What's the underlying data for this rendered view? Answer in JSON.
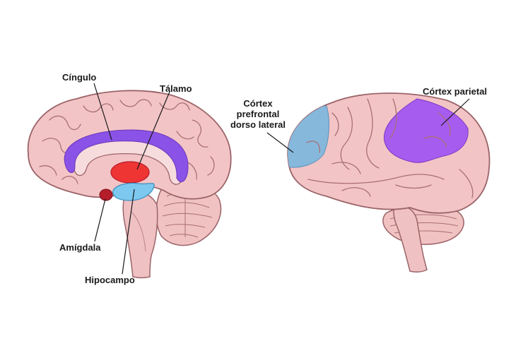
{
  "labels": {
    "cingulo": "Cíngulo",
    "talamo": "Tálamo",
    "amigdala": "Amígdala",
    "hipocampo": "Hipocampo",
    "cortex_prefrontal_line1": "Córtex",
    "cortex_prefrontal_line2": "prefrontal",
    "cortex_prefrontal_line3": "dorso lateral",
    "cortex_parietal": "Córtex parietal"
  },
  "colors": {
    "brain_fill": "#f3c4c6",
    "brain_stroke": "#9b6469",
    "cingulate": "#8a52e6",
    "thalamus": "#ef3434",
    "hippocampus": "#7cc8ee",
    "amygdala": "#b51d2a",
    "prefrontal": "#86b8dc",
    "parietal": "#a75cf0",
    "cerebellum": "#f1c2c2",
    "brainstem": "#efc1c3"
  }
}
